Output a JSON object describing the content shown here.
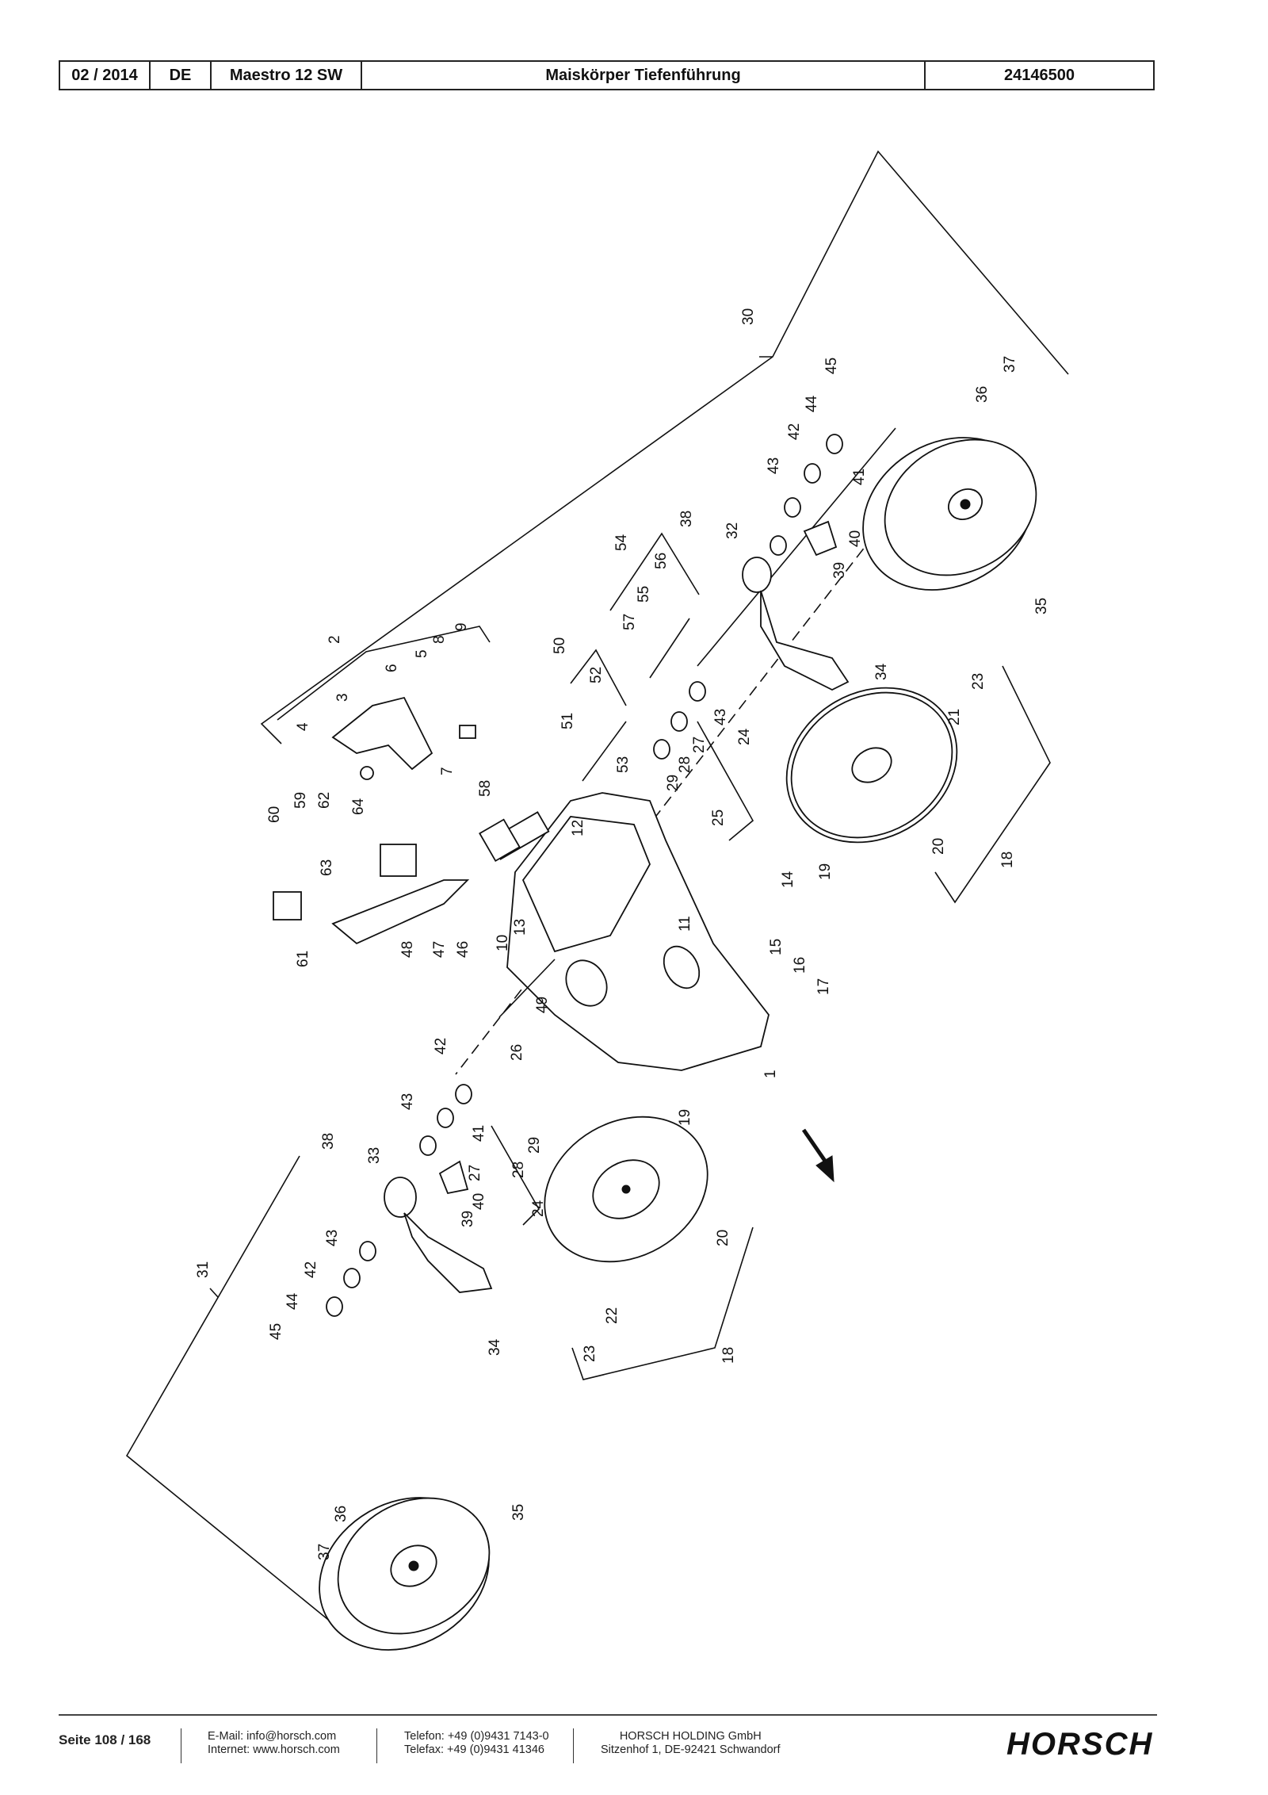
{
  "header": {
    "date": "02 / 2014",
    "lang": "DE",
    "model": "Maestro 12 SW",
    "title": "Maiskörper Tiefenführung",
    "docno": "24146500"
  },
  "callouts": [
    "1",
    "2",
    "3",
    "4",
    "5",
    "6",
    "7",
    "8",
    "9",
    "10",
    "11",
    "12",
    "13",
    "14",
    "15",
    "16",
    "17",
    "18",
    "19",
    "20",
    "21",
    "22",
    "23",
    "24",
    "25",
    "26",
    "27",
    "28",
    "29",
    "30",
    "31",
    "32",
    "33",
    "34",
    "35",
    "36",
    "37",
    "38",
    "39",
    "40",
    "41",
    "42",
    "43",
    "44",
    "45",
    "46",
    "47",
    "48",
    "49",
    "50",
    "51",
    "52",
    "53",
    "54",
    "55",
    "56",
    "57",
    "58",
    "59",
    "60",
    "61",
    "62",
    "63",
    "64"
  ],
  "footer": {
    "page": "Seite 108 / 168",
    "email": "E-Mail: info@horsch.com",
    "internet": "Internet: www.horsch.com",
    "phone": "Telefon: +49 (0)9431 7143-0",
    "fax": "Telefax: +49 (0)9431 41346",
    "company": "HORSCH HOLDING GmbH",
    "address": "Sitzenhof 1, DE-92421 Schwandorf",
    "logo": "HORSCH"
  }
}
